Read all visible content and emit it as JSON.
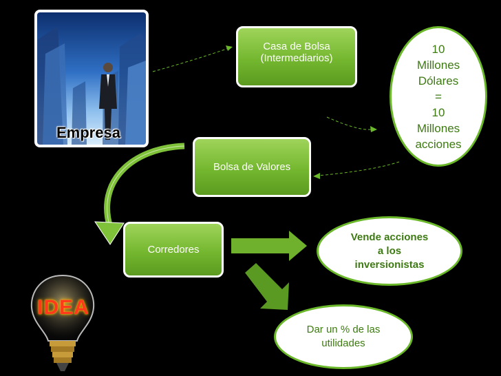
{
  "photo": {
    "label": "Empresa",
    "icon": "businessman-skyscrapers-image"
  },
  "nodes": {
    "casa_bolsa": {
      "line1": "Casa de Bolsa",
      "line2": "(Intermediarios)"
    },
    "equivalence": {
      "lines": [
        "10",
        "Millones",
        "Dólares",
        "=",
        "10",
        "Millones",
        "acciones"
      ]
    },
    "bolsa_valores": {
      "label": "Bolsa de Valores"
    },
    "corredores": {
      "label": "Corredores"
    },
    "vende": {
      "lines": [
        "Vende acciones",
        "a los",
        "inversionistas"
      ]
    },
    "utilidades": {
      "lines": [
        "Dar un % de las",
        "utilidades"
      ]
    }
  },
  "idea_bulb": {
    "text": "IDEA",
    "icon": "lightbulb-idea-icon"
  },
  "colors": {
    "green": "#74b72f",
    "green_border": "#6bb82a",
    "text_green": "#3d7a12",
    "background": "#000000"
  }
}
